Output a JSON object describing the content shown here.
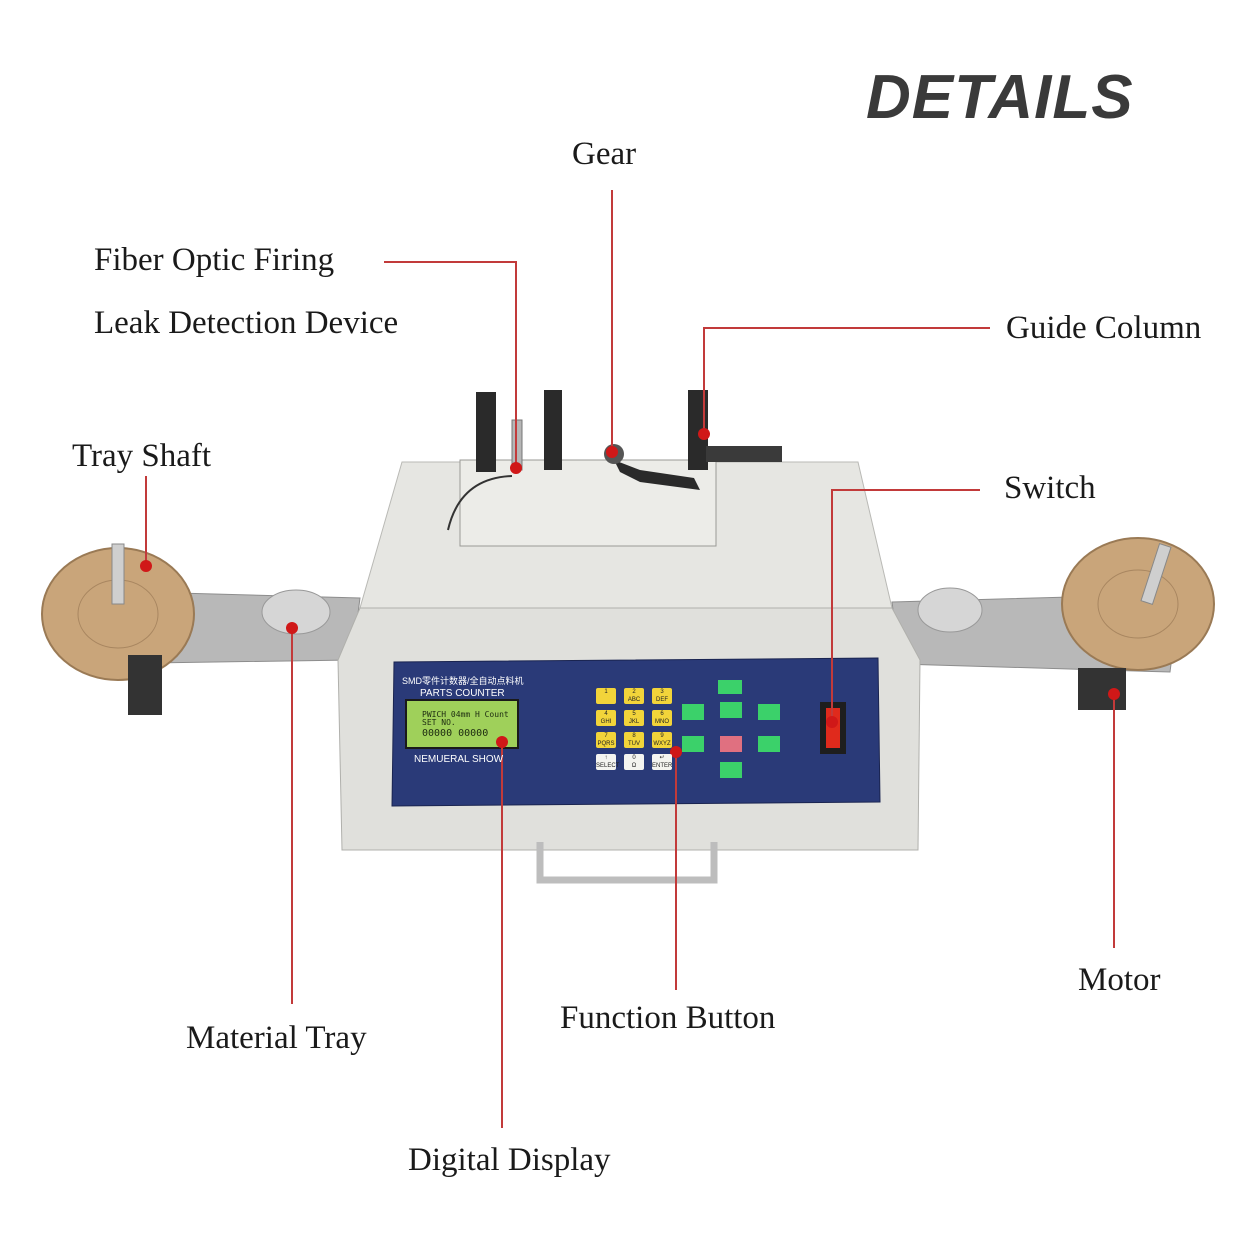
{
  "title": "DETAILS",
  "labels": {
    "gear": "Gear",
    "fiber_line1": "Fiber Optic Firing",
    "fiber_line2": "Leak Detection Device",
    "guide_column": "Guide Column",
    "tray_shaft": "Tray Shaft",
    "switch": "Switch",
    "material_tray": "Material Tray",
    "function_button": "Function Button",
    "motor": "Motor",
    "digital_display": "Digital Display"
  },
  "panel": {
    "header": "SMD零件计数器/全自动点料机",
    "name": "PARTS COUNTER",
    "footer": "NEMUERAL SHOW",
    "lcd_line1": "PWICH 04mm H  Count",
    "lcd_line2": "SET  NO.",
    "lcd_line3": "00000   00000"
  },
  "keys": [
    {
      "top": "1",
      "bottom": ""
    },
    {
      "top": "2",
      "bottom": "ABC"
    },
    {
      "top": "3",
      "bottom": "DEF"
    },
    {
      "top": "4",
      "bottom": "GHI"
    },
    {
      "top": "5",
      "bottom": "JKL"
    },
    {
      "top": "6",
      "bottom": "MNO"
    },
    {
      "top": "7",
      "bottom": "PQRS"
    },
    {
      "top": "8",
      "bottom": "TUV"
    },
    {
      "top": "9",
      "bottom": "WXYZ"
    },
    {
      "top": "↑",
      "bottom": "SELECT"
    },
    {
      "top": "0",
      "bottom": "Ω"
    },
    {
      "top": "↵",
      "bottom": "ENTER"
    }
  ],
  "colors": {
    "panel": "#2a3a78",
    "lcd": "#9fd05a",
    "leader": "#c23a3a",
    "body": "#e4e4e0",
    "reel": "#c9a57a"
  }
}
